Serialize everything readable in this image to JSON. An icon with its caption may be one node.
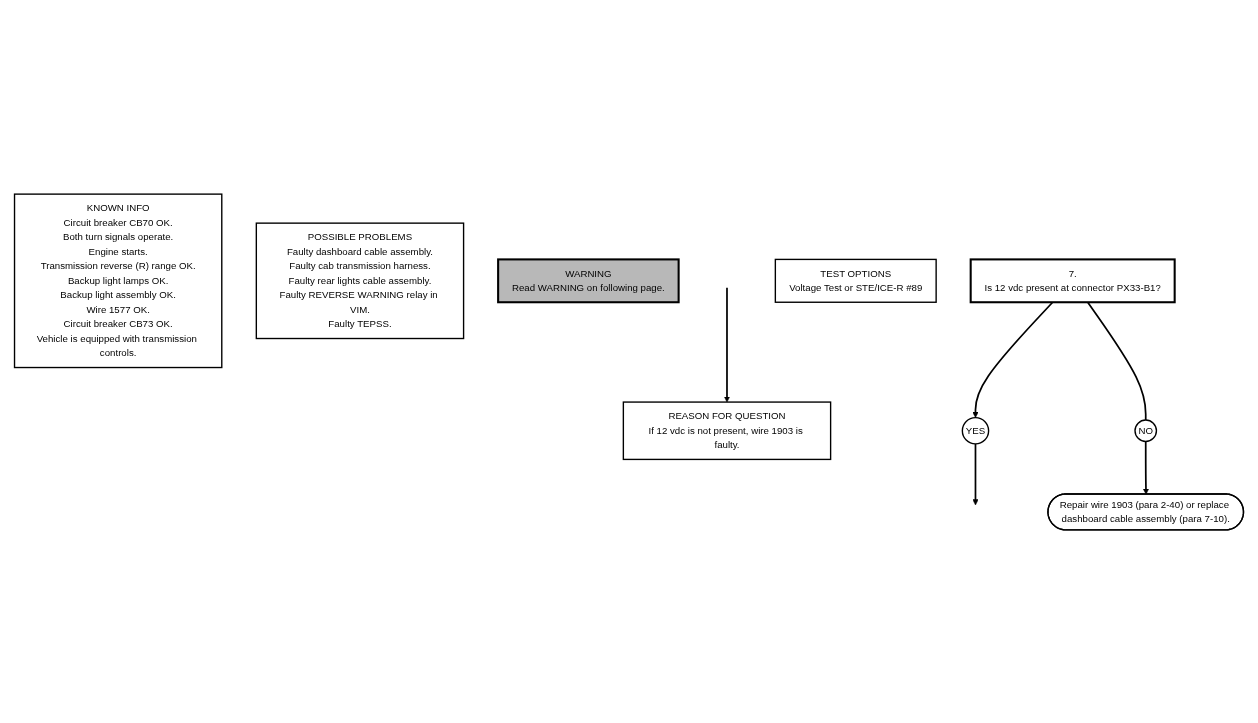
{
  "diagram": {
    "nodes": [
      {
        "text": [
          "KNOWN INFO",
          "Circuit breaker CB70 OK.",
          "Both turn signals operate.",
          "Engine starts.",
          "Transmission reverse (R) range OK.",
          "Backup light lamps OK.",
          "Backup light assembly OK.",
          "Wire 1577 OK.",
          "Circuit breaker CB73 OK.",
          "Vehicle is equipped with transmission controls."
        ]
      },
      {
        "text": [
          "POSSIBLE PROBLEMS",
          "Faulty dashboard cable assembly.",
          "Faulty cab transmission harness.",
          "Faulty rear lights cable assembly.",
          "Faulty REVERSE WARNING relay in VIM.",
          "Faulty TEPSS."
        ]
      },
      {
        "text": [
          "WARNING",
          "Read WARNING on following page."
        ]
      },
      {
        "text": [
          "7.",
          "Is 12 vdc present at connector PX33-B1?"
        ]
      },
      {
        "text": [
          "TEST OPTIONS",
          "Voltage Test or STE/ICE-R #89"
        ]
      },
      {
        "text": [
          "REASON FOR QUESTION",
          "If 12 vdc is not present, wire 1903 is faulty."
        ]
      },
      {
        "text": [
          "NO"
        ]
      },
      {
        "text": [
          "YES"
        ]
      },
      {
        "text": [
          "Repair wire 1903 (para 2-40) or replace dashboard cable assembly (para 7-10)."
        ]
      }
    ],
    "edges": [
      {
        "from": 3,
        "to": 7,
        "arrow": "to"
      },
      {
        "from": 3,
        "to": 6,
        "arrow": "none"
      },
      {
        "from": 6,
        "to": 8,
        "arrow": "to"
      },
      {
        "from": 7,
        "to": null,
        "arrow": "to"
      },
      {
        "from": null,
        "to": 5,
        "arrow": "to"
      }
    ]
  }
}
